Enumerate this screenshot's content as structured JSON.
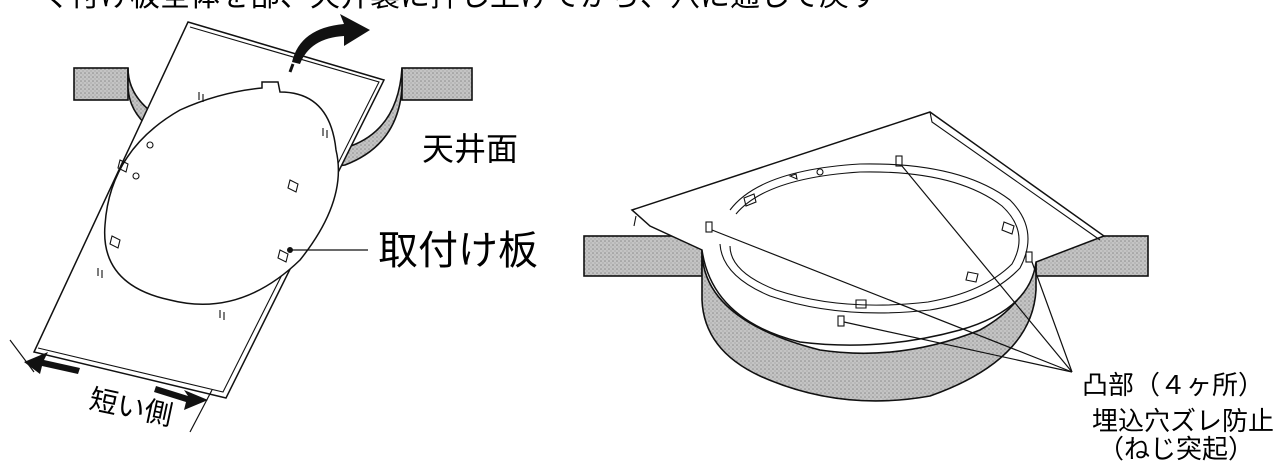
{
  "top_text": "く付け板全体を部、天井裏に押し上げてから、穴に通して戻す",
  "labels": {
    "ceiling": "天井面",
    "plate": "取付け板",
    "short_side": "短い側",
    "bump_line1": "凸部（４ヶ所）",
    "bump_line2": "埋込穴ズレ防止",
    "bump_line3": "（ねじ突起）"
  },
  "colors": {
    "ceiling_fill": "#b9b9b9",
    "line": "#111111"
  }
}
